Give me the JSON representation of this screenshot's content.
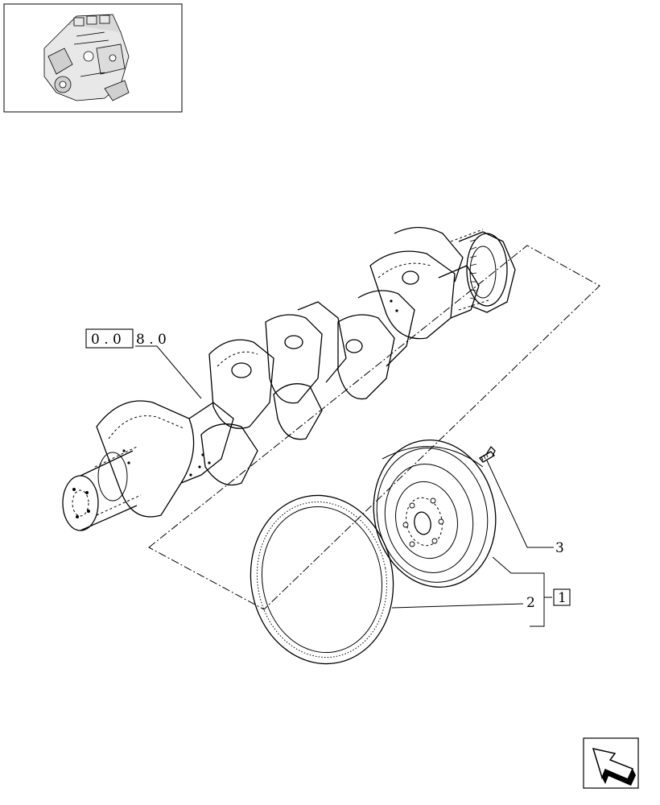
{
  "callouts": {
    "ref_prefix_boxed": "0 . 0",
    "ref_suffix": "8 . 0",
    "item_1": "1",
    "item_2": "2",
    "item_3": "3"
  },
  "icons": {
    "thumbnail": "engine-thumbnail-icon",
    "nav": "previous-page-arrow-icon"
  }
}
